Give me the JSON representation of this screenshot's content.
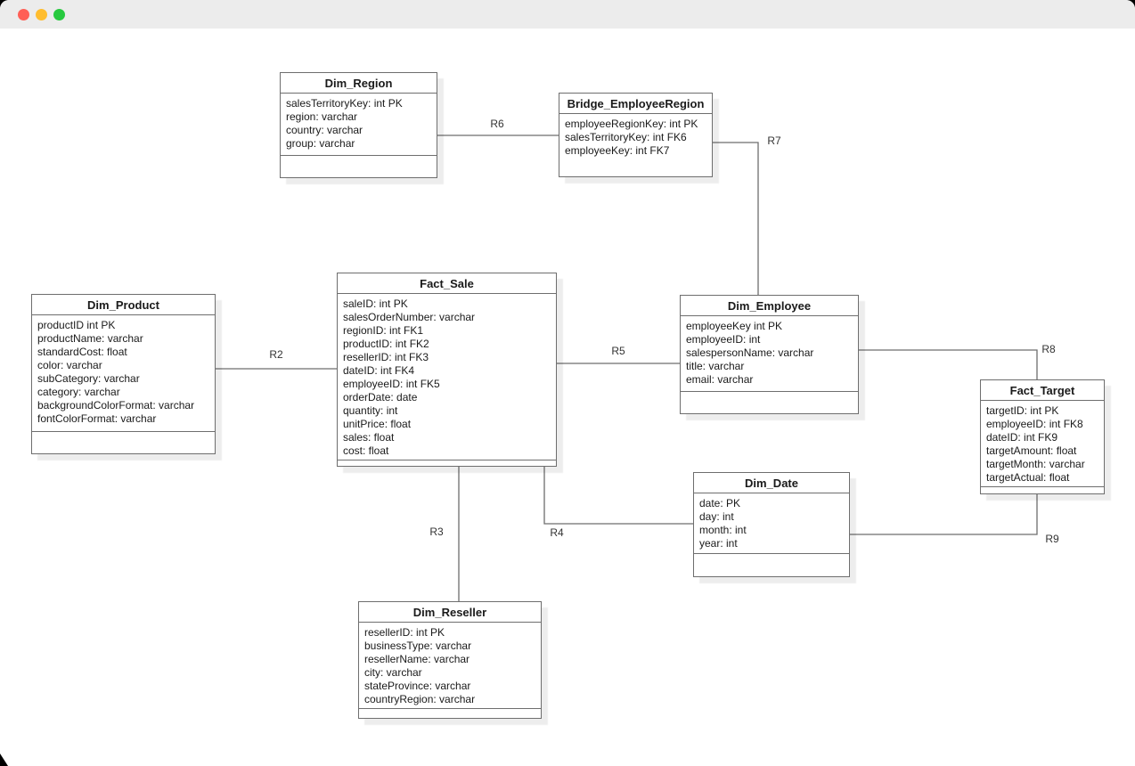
{
  "window": {
    "traffic_lights": {
      "close_color": "#FF5F56",
      "minimize_color": "#FFBD2E",
      "zoom_color": "#27C93F"
    }
  },
  "colors": {
    "stroke": "#6e6e6e",
    "titlebar": "#ececec",
    "canvas": "#ffffff",
    "text": "#1a1a1a"
  },
  "diagram": {
    "entities": [
      {
        "name": "Dim_Region",
        "fields": [
          "salesTerritoryKey: int PK",
          "region: varchar",
          "country: varchar",
          "group: varchar"
        ]
      },
      {
        "name": "Bridge_EmployeeRegion",
        "fields": [
          "employeeRegionKey: int PK",
          "salesTerritoryKey: int FK6",
          "employeeKey: int FK7"
        ]
      },
      {
        "name": "Fact_Sale",
        "fields": [
          "saleID: int PK",
          "salesOrderNumber: varchar",
          "regionID: int FK1",
          "productID: int FK2",
          "resellerID: int FK3",
          "dateID: int FK4",
          "employeeID: int FK5",
          "orderDate: date",
          "quantity: int",
          "unitPrice: float",
          "sales: float",
          "cost: float"
        ]
      },
      {
        "name": "Dim_Product",
        "fields": [
          "productID int PK",
          "productName: varchar",
          "standardCost: float",
          "color: varchar",
          "subCategory: varchar",
          "category: varchar",
          "backgroundColorFormat: varchar",
          "fontColorFormat: varchar"
        ]
      },
      {
        "name": "Dim_Employee",
        "fields": [
          "employeeKey int PK",
          "employeeID: int",
          "salespersonName: varchar",
          "title: varchar",
          "email: varchar"
        ]
      },
      {
        "name": "Fact_Target",
        "fields": [
          "targetID: int PK",
          "employeeID: int FK8",
          "dateID: int FK9",
          "targetAmount: float",
          "targetMonth: varchar",
          "targetActual: float"
        ]
      },
      {
        "name": "Dim_Date",
        "fields": [
          "date: PK",
          "day: int",
          "month: int",
          "year: int"
        ]
      },
      {
        "name": "Dim_Reseller",
        "fields": [
          "resellerID: int PK",
          "businessType: varchar",
          "resellerName: varchar",
          "city: varchar",
          "stateProvince: varchar",
          "countryRegion: varchar"
        ]
      }
    ],
    "relationships": [
      {
        "label": "R2"
      },
      {
        "label": "R3"
      },
      {
        "label": "R4"
      },
      {
        "label": "R5"
      },
      {
        "label": "R6"
      },
      {
        "label": "R7"
      },
      {
        "label": "R8"
      },
      {
        "label": "R9"
      }
    ]
  }
}
